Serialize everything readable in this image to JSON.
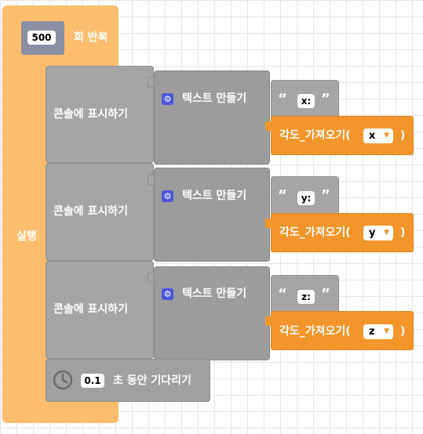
{
  "repeat_block": {
    "count": "500",
    "label": "회 반복",
    "body_label": "실행"
  },
  "print_blocks": [
    {
      "label": "콘솔에 표시하기",
      "make_text_label": "텍스트 만들기",
      "text_value": "x:",
      "get_angle_label": "각도_가져오기(",
      "axis": "x",
      "close_paren": ")"
    },
    {
      "label": "콘솔에 표시하기",
      "make_text_label": "텍스트 만들기",
      "text_value": "y:",
      "get_angle_label": "각도_가져오기(",
      "axis": "y",
      "close_paren": ")"
    },
    {
      "label": "콘솔에 표시하기",
      "make_text_label": "텍스트 만들기",
      "text_value": "z:",
      "get_angle_label": "각도_가져오기(",
      "axis": "z",
      "close_paren": ")"
    }
  ],
  "wait_block": {
    "seconds": "0.1",
    "label": "초 동안 기다리기"
  },
  "quotes": {
    "open": "“",
    "close": "”"
  },
  "icons": {
    "gear": "gear-icon",
    "clock": "clock-icon",
    "dropdown": "dropdown-arrow-icon"
  },
  "colors": {
    "loop": "#fdbd6e",
    "action": "#a5a5a5",
    "getter": "#f2952b",
    "number_slot": "#8a8fa3",
    "gear": "#4a56d8"
  }
}
